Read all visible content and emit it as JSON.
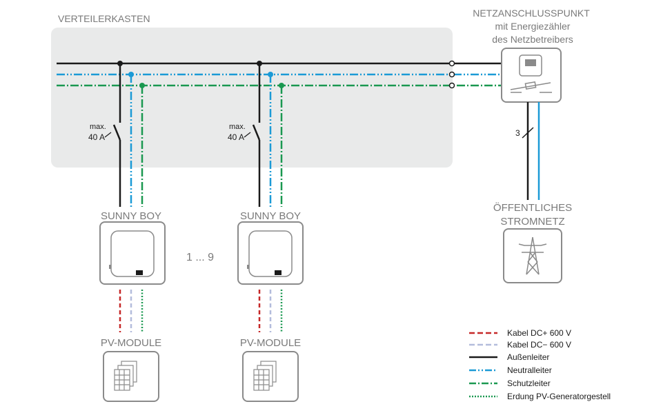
{
  "labels": {
    "distribution_box": "VERTEILERKASTEN",
    "grid_connection_point": [
      "NETZANSCHLUSSPUNKT",
      "mit Energiezähler",
      "des Netzbetreibers"
    ],
    "public_grid": [
      "ÖFFENTLICHES",
      "STROMNETZ"
    ],
    "inverter": "SUNNY BOY",
    "pv_modules": "PV-MODULE",
    "breaker_max": "max.",
    "breaker_rating": "40 A",
    "repeat_range": "1 ... 9",
    "conductor_count": "3"
  },
  "legend": [
    {
      "label": "Kabel DC+ 600 V",
      "color": "#c62828",
      "style": "dashed"
    },
    {
      "label": "Kabel DC− 600 V",
      "color": "#b3bcdc",
      "style": "dashed"
    },
    {
      "label": "Außenleiter",
      "color": "#1a1a1a",
      "style": "solid"
    },
    {
      "label": "Neutralleiter",
      "color": "#1b9ad6",
      "style": "dash-dot-dot"
    },
    {
      "label": "Schutzleiter",
      "color": "#1a9850",
      "style": "dash-dot"
    },
    {
      "label": "Erdung PV-Generatorgestell",
      "color": "#1a9850",
      "style": "dotted"
    }
  ],
  "colors": {
    "line": "#1a1a1a",
    "neutral": "#1b9ad6",
    "protective": "#1a9850",
    "dc_plus": "#c62828",
    "dc_minus": "#b3bcdc",
    "box_fill": "#e9eaea",
    "device_border": "#8a8a8a"
  }
}
